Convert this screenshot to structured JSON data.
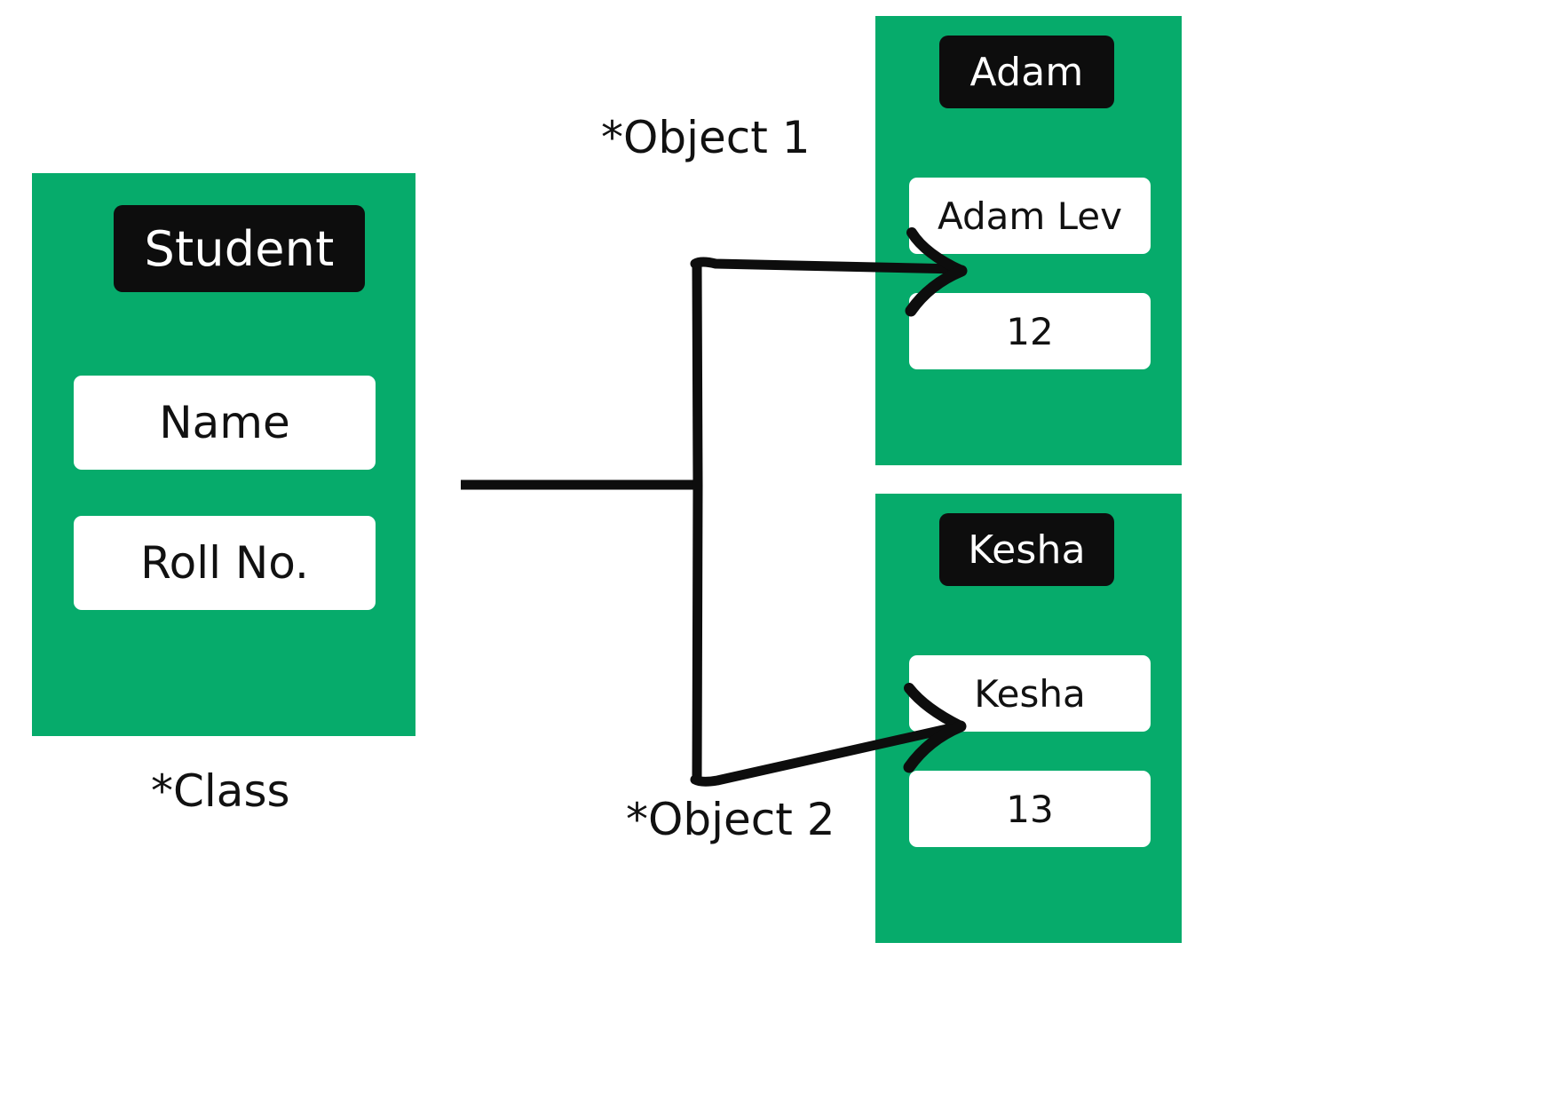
{
  "diagram": {
    "title_concept": "Class and Object relationship",
    "background_color": "#ffffff",
    "accent_color": "#06AB6B",
    "chip_color": "#0d0d0d",
    "field_color": "#ffffff"
  },
  "class_card": {
    "title": "Student",
    "fields": [
      {
        "label": "Name"
      },
      {
        "label": "Roll No."
      }
    ],
    "caption": "*Class"
  },
  "objects": [
    {
      "title": "Adam",
      "fields": [
        {
          "value": "Adam Lev"
        },
        {
          "value": "12"
        }
      ],
      "caption": "*Object 1"
    },
    {
      "title": "Kesha",
      "fields": [
        {
          "value": "Kesha"
        },
        {
          "value": "13"
        }
      ],
      "caption": "*Object 2"
    }
  ],
  "connectors": {
    "trunk_label": "class-to-objects-connector",
    "arrow_1_name": "arrow-to-object-1",
    "arrow_2_name": "arrow-to-object-2",
    "stroke_color": "#0d0d0d"
  }
}
